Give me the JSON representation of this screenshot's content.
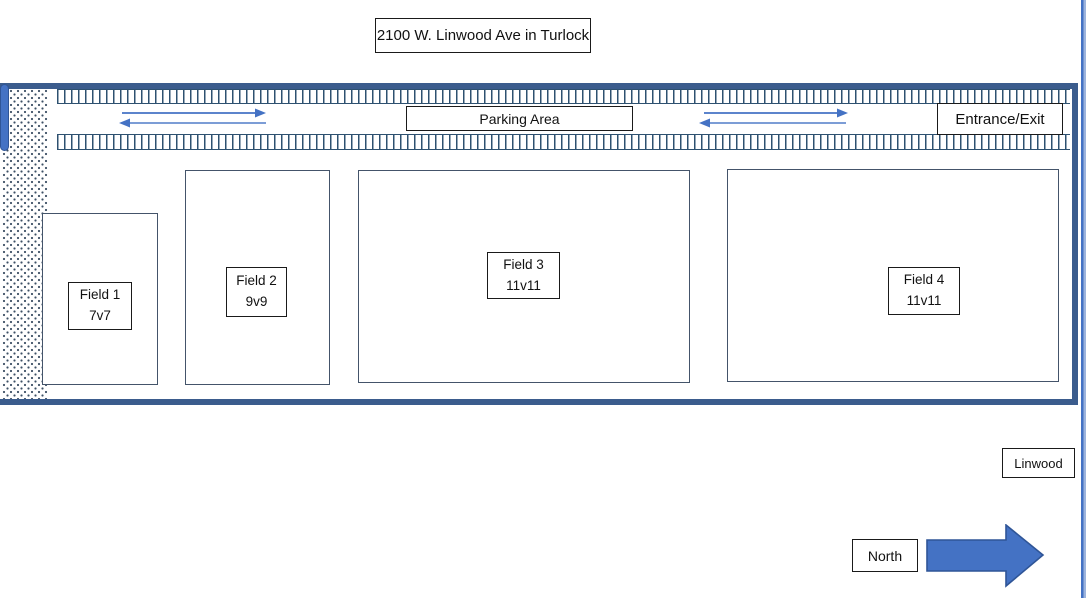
{
  "title_box": "2100 W. Linwood Ave in Turlock",
  "parking": {
    "area_label": "Parking Area",
    "entrance_label": "Entrance/Exit"
  },
  "fields": [
    {
      "name": "Field 1",
      "size": "7v7"
    },
    {
      "name": "Field 2",
      "size": "9v9"
    },
    {
      "name": "Field 3",
      "size": "11v11"
    },
    {
      "name": "Field 4",
      "size": "11v11"
    }
  ],
  "street": {
    "name": "Linwood"
  },
  "compass": {
    "label": "North"
  },
  "icons": {
    "traffic_arrows": "two-way-traffic-arrows",
    "north_arrow": "block-arrow-right",
    "parking_stalls": "hatched-stall-bands",
    "walkway": "dotted-strip"
  },
  "colors": {
    "accent_blue": "#4472C4",
    "boundary_blue": "#3B5C8D",
    "hatch_blue": "#2E5170",
    "field_border": "#44546A"
  }
}
